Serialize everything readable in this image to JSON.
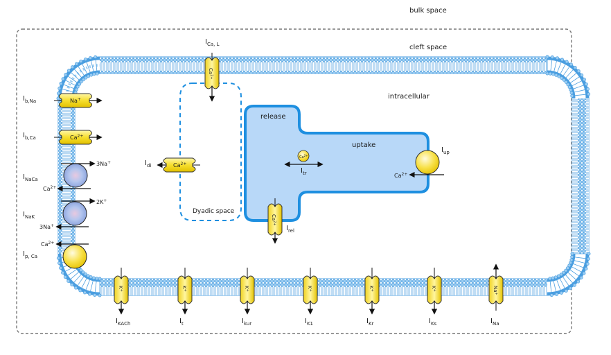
{
  "regions": {
    "bulk_space": "bulk space",
    "cleft_space": "cleft space",
    "intracellular": "intracellular",
    "dyadic_space": "Dyadic space",
    "sr_release": "release",
    "sr_uptake": "uptake"
  },
  "left_channels": [
    {
      "current": "I",
      "sub": "b,Na",
      "ion": "Na",
      "ion_sup": "+"
    },
    {
      "current": "I",
      "sub": "b,Ca",
      "ion": "Ca",
      "ion_sup": "2+"
    }
  ],
  "exchangers": {
    "naca": {
      "current": "I",
      "sub": "NaCa",
      "out_ion": "3Na",
      "out_sup": "+",
      "in_ion": "Ca",
      "in_sup": "2+"
    },
    "nak": {
      "current": "I",
      "sub": "NaK",
      "out_ion": "2K",
      "out_sup": "+",
      "in_ion": "3Na",
      "in_sup": "+"
    },
    "pca": {
      "current": "I",
      "sub": "p, Ca",
      "ion": "Ca",
      "ion_sup": "2+"
    }
  },
  "top_channel": {
    "current": "I",
    "sub": "Ca, L",
    "ion": "Ca",
    "ion_sup": "2+"
  },
  "dyadic_channel": {
    "current": "I",
    "sub": "di",
    "ion": "Ca",
    "ion_sup": "2+"
  },
  "sr": {
    "transfer": {
      "current": "I",
      "sub": "tr",
      "ion": "Ca",
      "ion_sup": "2+"
    },
    "uptake_pump": {
      "current": "I",
      "sub": "up",
      "ion": "Ca",
      "ion_sup": "2+"
    },
    "release_channel": {
      "current": "I",
      "sub": "rel",
      "ion": "Ca",
      "ion_sup": "2+"
    }
  },
  "bottom_channels": [
    {
      "current": "I",
      "sub": "KACh",
      "ion": "K",
      "ion_sup": "+",
      "direction": "out"
    },
    {
      "current": "I",
      "sub": "t",
      "ion": "K",
      "ion_sup": "+",
      "direction": "out"
    },
    {
      "current": "I",
      "sub": "kur",
      "ion": "K",
      "ion_sup": "+",
      "direction": "out"
    },
    {
      "current": "I",
      "sub": "K1",
      "ion": "K",
      "ion_sup": "+",
      "direction": "out"
    },
    {
      "current": "I",
      "sub": "Kr",
      "ion": "K",
      "ion_sup": "+",
      "direction": "out"
    },
    {
      "current": "I",
      "sub": "Ks",
      "ion": "K",
      "ion_sup": "+",
      "direction": "out"
    },
    {
      "current": "I",
      "sub": "Na",
      "ion": "Na",
      "ion_sup": "+",
      "direction": "in"
    }
  ],
  "colors": {
    "membrane": "#5aaae6",
    "sr_fill": "#b8d8f8",
    "sr_stroke": "#1e8fe0",
    "channel_fill": "#f5dc2a",
    "pump_fill": "#a7b8e8",
    "cleft_border": "#777777"
  }
}
